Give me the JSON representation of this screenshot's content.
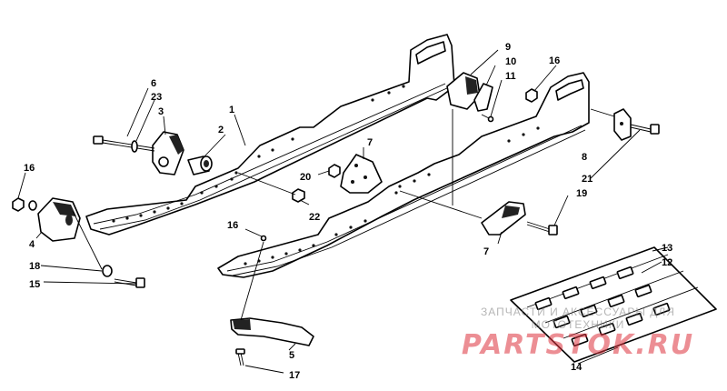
{
  "callouts": [
    {
      "id": "c1",
      "text": "1"
    },
    {
      "id": "c2",
      "text": "2"
    },
    {
      "id": "c3",
      "text": "3"
    },
    {
      "id": "c4",
      "text": "4"
    },
    {
      "id": "c5",
      "text": "5"
    },
    {
      "id": "c6",
      "text": "6"
    },
    {
      "id": "c7a",
      "text": "7"
    },
    {
      "id": "c7b",
      "text": "7"
    },
    {
      "id": "c8",
      "text": "8"
    },
    {
      "id": "c9",
      "text": "9"
    },
    {
      "id": "c10",
      "text": "10"
    },
    {
      "id": "c11",
      "text": "11"
    },
    {
      "id": "c12",
      "text": "12"
    },
    {
      "id": "c13",
      "text": "13"
    },
    {
      "id": "c14",
      "text": "14"
    },
    {
      "id": "c15",
      "text": "15"
    },
    {
      "id": "c16a",
      "text": "16"
    },
    {
      "id": "c16b",
      "text": "16"
    },
    {
      "id": "c16c",
      "text": "16"
    },
    {
      "id": "c17",
      "text": "17"
    },
    {
      "id": "c18",
      "text": "18"
    },
    {
      "id": "c19",
      "text": "19"
    },
    {
      "id": "c20",
      "text": "20"
    },
    {
      "id": "c21",
      "text": "21"
    },
    {
      "id": "c22",
      "text": "22"
    },
    {
      "id": "c23",
      "text": "23"
    }
  ],
  "watermark": {
    "caption": "ЗАПЧАСТИ И АКСЕССУАРЫ ДЛЯ МОТОТЕХНИКИ",
    "logo": "PARTSTOK.RU",
    "logo_color": "#dc323c"
  }
}
